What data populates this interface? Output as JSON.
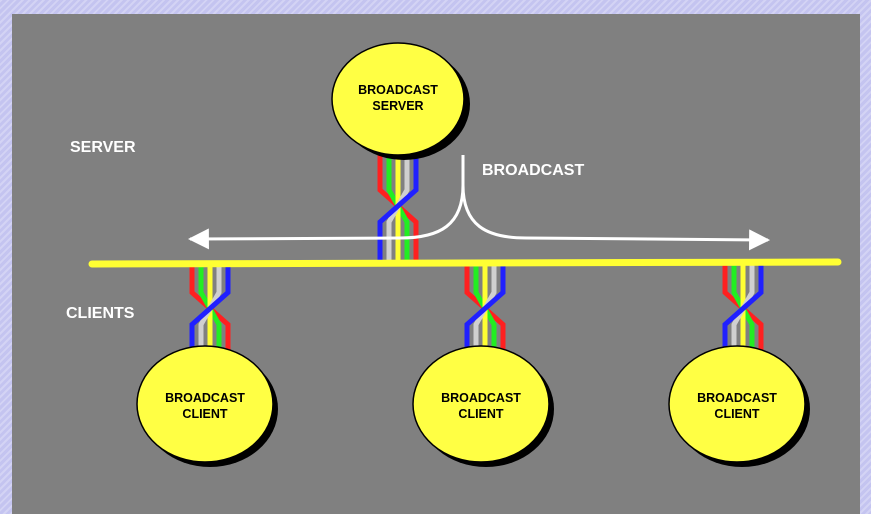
{
  "labels": {
    "server_section": "SERVER",
    "clients_section": "CLIENTS",
    "broadcast": "BROADCAST"
  },
  "server": {
    "line1": "BROADCAST",
    "line2": "SERVER"
  },
  "clients": [
    {
      "line1": "BROADCAST",
      "line2": "CLIENT"
    },
    {
      "line1": "BROADCAST",
      "line2": "CLIENT"
    },
    {
      "line1": "BROADCAST",
      "line2": "CLIENT"
    }
  ],
  "colors": {
    "background": "#808080",
    "node_fill": "#ffff44",
    "bus": "#ffff33",
    "arrow": "#ffffff",
    "wires": [
      "#ff2020",
      "#22ee22",
      "#ffff33",
      "#d0d0d0",
      "#2020ff"
    ]
  }
}
